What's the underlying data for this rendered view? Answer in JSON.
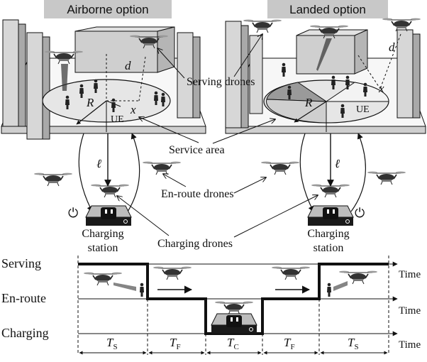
{
  "headers": {
    "airborne": "Airborne option",
    "landed": "Landed option"
  },
  "labels": {
    "serving_drones": "Serving drones",
    "service_area": "Service area",
    "en_route_drones": "En-route drones",
    "charging_drones": "Charging drones",
    "charging_station_1": "Charging",
    "charging_station_2": "station",
    "ue": "UE",
    "R": "R",
    "d": "d",
    "x": "x",
    "ell": "ℓ"
  },
  "timeline": {
    "states": [
      "Serving",
      "En-route",
      "Charging"
    ],
    "time_label": "Time",
    "phases": [
      {
        "main": "T",
        "sub": "S"
      },
      {
        "main": "T",
        "sub": "F"
      },
      {
        "main": "T",
        "sub": "C"
      },
      {
        "main": "T",
        "sub": "F"
      },
      {
        "main": "T",
        "sub": "S"
      }
    ]
  },
  "colors": {
    "gray_box": "#c8c8c8",
    "dark": "#1a1a1a",
    "disc": "#e6e6e6",
    "building": "#d4d4d4"
  }
}
